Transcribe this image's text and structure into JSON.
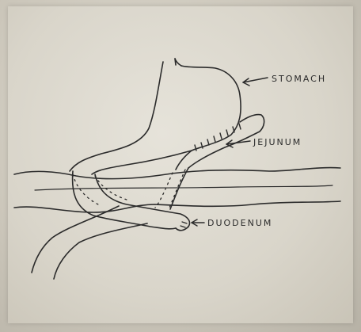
{
  "diagram": {
    "labels": {
      "stomach": "STOMACH",
      "jejunum": "JEJUNUM",
      "duodenum": "DUODENUM"
    },
    "colors": {
      "ink": "#2b2b2b",
      "paper": "#e2ded4"
    }
  }
}
